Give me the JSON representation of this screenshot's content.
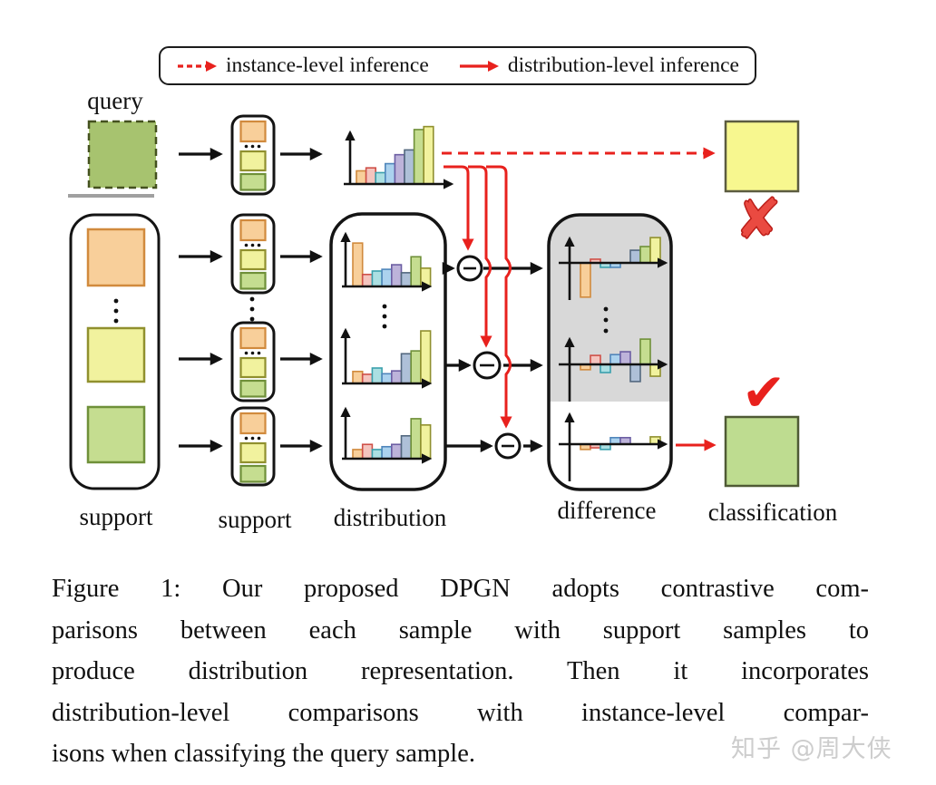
{
  "figure": {
    "legend": {
      "items": [
        {
          "arrow": "dashed-red",
          "label": "instance-level inference"
        },
        {
          "arrow": "solid-red",
          "label": "distribution-level inference"
        }
      ]
    },
    "labels": {
      "query": "query",
      "support_images": "support",
      "support_features": "support",
      "distribution": "distribution",
      "difference": "difference",
      "classification": "classification"
    },
    "classification": {
      "wrong_mark": "✘",
      "correct_mark": "✔"
    },
    "colors": {
      "inference_red": "#e8211d",
      "difference_box_gray": "#d8d8d8",
      "query_square_fill": "#a7c36f",
      "classification_yellow": "#f7f78f",
      "classification_green": "#bedc90",
      "separator_gray": "#a0a0a0"
    },
    "palette": [
      {
        "name": "orange",
        "fill": "#f8cf9a",
        "stroke": "#d18a3d"
      },
      {
        "name": "pink",
        "fill": "#f4c4be",
        "stroke": "#cf5048"
      },
      {
        "name": "cyan",
        "fill": "#abdfe2",
        "stroke": "#3aa0ad"
      },
      {
        "name": "blue",
        "fill": "#abd2ee",
        "stroke": "#4f86bb"
      },
      {
        "name": "purple",
        "fill": "#bdb3da",
        "stroke": "#6c5ea3"
      },
      {
        "name": "steel",
        "fill": "#aec0d8",
        "stroke": "#53687f"
      },
      {
        "name": "green",
        "fill": "#c5dd90",
        "stroke": "#6f9039"
      },
      {
        "name": "yellow",
        "fill": "#f1f29e",
        "stroke": "#90902e"
      }
    ],
    "stack_colors": [
      "orange",
      "yellow",
      "green"
    ],
    "support_square_colors": [
      "orange",
      "yellow",
      "green"
    ]
  },
  "chart_data": {
    "type": "bar",
    "description": "Mini histograms in the DPGN figure; values are relative bar heights (negative = below axis)",
    "palette_order": [
      "orange",
      "pink",
      "cyan",
      "blue",
      "purple",
      "steel",
      "green",
      "yellow"
    ],
    "query_distribution": [
      0.22,
      0.27,
      0.19,
      0.34,
      0.49,
      0.57,
      0.91,
      0.96
    ],
    "support_distributions": [
      [
        0.76,
        0.21,
        0.27,
        0.3,
        0.38,
        0.24,
        0.52,
        0.32
      ],
      [
        0.21,
        0.16,
        0.27,
        0.17,
        0.22,
        0.52,
        0.57,
        0.92
      ],
      [
        0.16,
        0.25,
        0.16,
        0.21,
        0.25,
        0.4,
        0.7,
        0.59
      ]
    ],
    "difference_distributions": [
      [
        -0.84,
        0.09,
        -0.11,
        -0.11,
        0,
        0.31,
        0.4,
        0.62
      ],
      [
        -0.13,
        0.22,
        -0.2,
        0.24,
        0.31,
        -0.42,
        0.62,
        -0.29
      ],
      [
        -0.13,
        -0.09,
        -0.13,
        0.16,
        0.16,
        0,
        0,
        0.18
      ]
    ]
  },
  "caption": {
    "lines": [
      "Figure 1: Our proposed DPGN adopts contrastive com-",
      "parisons between each sample with support samples to",
      "produce distribution representation. Then it incorporates",
      "distribution-level comparisons with instance-level compar-",
      "isons when classifying the query sample."
    ]
  },
  "watermark": "知乎 @周大侠"
}
